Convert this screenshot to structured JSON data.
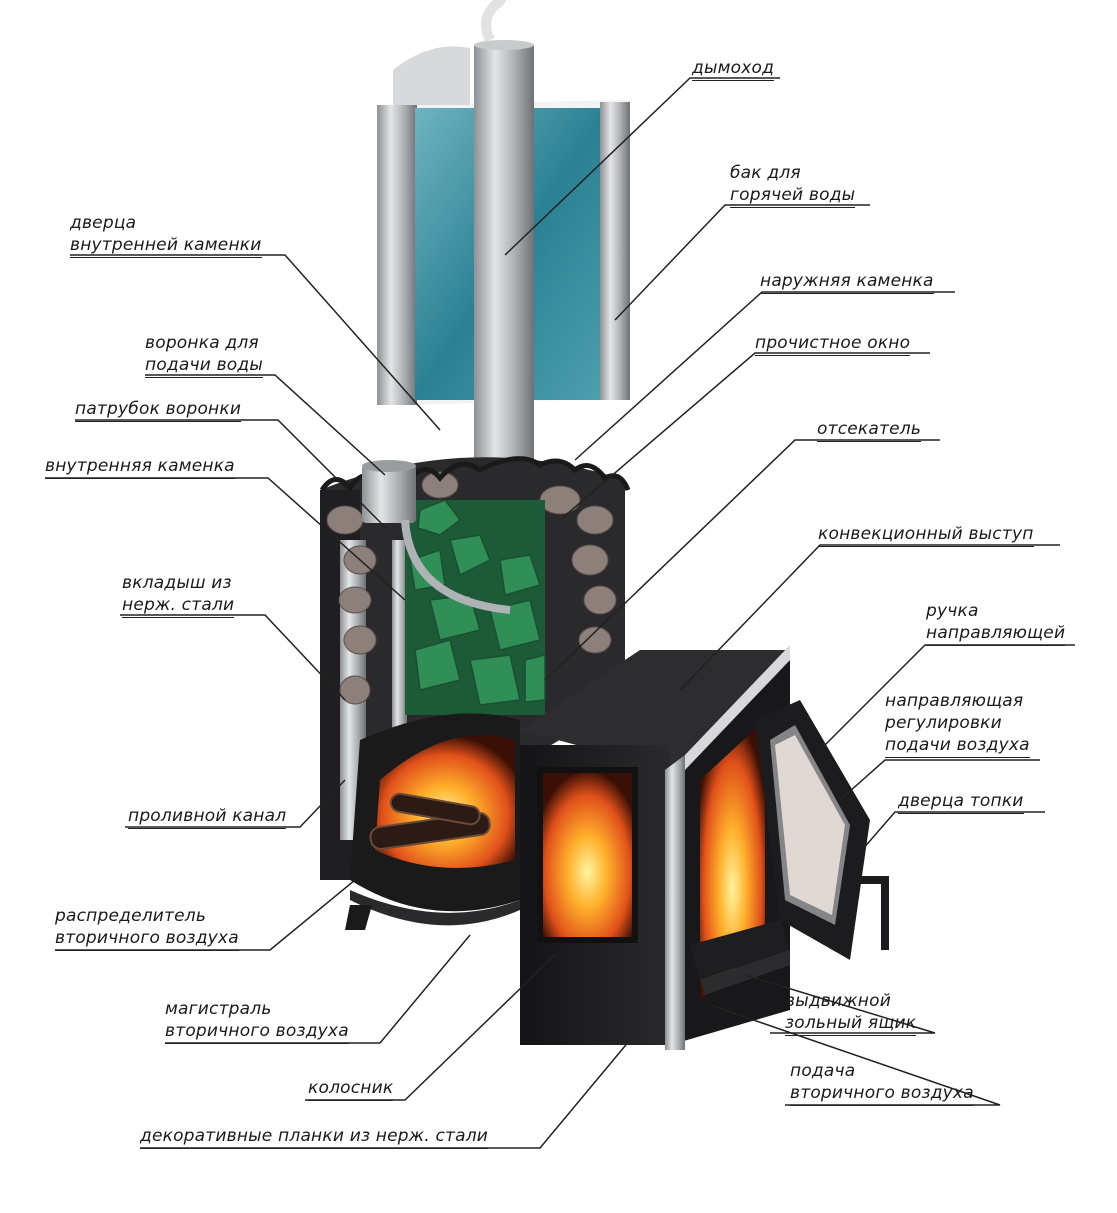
{
  "labels": {
    "chimney": [
      "дымоход"
    ],
    "hot_water_tank": [
      "бак для",
      "горячей воды"
    ],
    "inner_heater_door": [
      "дверца",
      "внутренней каменки"
    ],
    "outer_heater": [
      "наружняя каменка"
    ],
    "water_funnel": [
      "воронка для",
      "подачи воды"
    ],
    "cleaning_window": [
      "прочистное окно"
    ],
    "funnel_pipe": [
      "патрубок воронки"
    ],
    "cutoff": [
      "отсекатель"
    ],
    "inner_heater": [
      "внутренняя каменка"
    ],
    "convection_ledge": [
      "конвекционный выступ"
    ],
    "steel_insert": [
      "вкладыш из",
      "нерж. стали"
    ],
    "guide_handle": [
      "ручка",
      "направляющей"
    ],
    "air_guide": [
      "направляющая",
      "регулировки",
      "подачи воздуха"
    ],
    "firebox_door": [
      "дверца топки"
    ],
    "pour_channel": [
      "проливной канал"
    ],
    "secondary_air_distributor": [
      "распределитель",
      "вторичного воздуха"
    ],
    "secondary_air_main": [
      "магистраль",
      "вторичного воздуха"
    ],
    "ash_drawer": [
      "выдвижной",
      "зольный ящик"
    ],
    "secondary_air_supply": [
      "подача",
      "вторичного воздуха"
    ],
    "grate": [
      "колосник"
    ],
    "decor_strips": [
      "декоративные планки из нерж. стали"
    ]
  },
  "colors": {
    "steel": "#b9bcbf",
    "water": "#3b8e9e",
    "stones_green": "#2f8f57",
    "stones_gray": "#8d7f7a",
    "body_black": "#1d1d1f",
    "fire": "#f08a1c",
    "text": "#1a1a1a"
  }
}
